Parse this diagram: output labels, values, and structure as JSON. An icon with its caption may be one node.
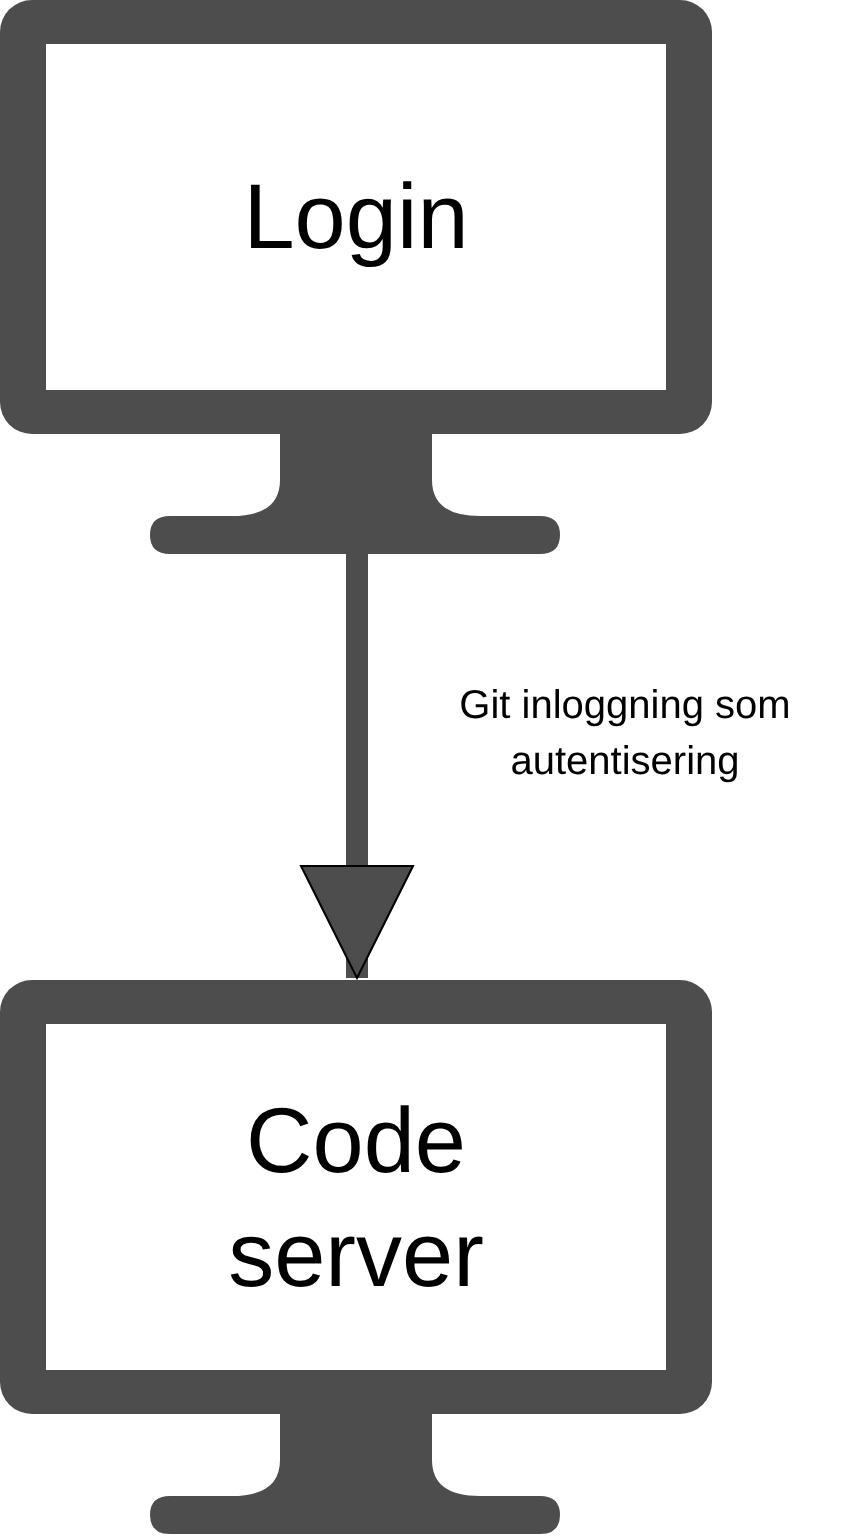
{
  "diagram": {
    "nodes": [
      {
        "text": [
          "Login"
        ]
      },
      {
        "text": [
          "Code server"
        ]
      }
    ],
    "edges": [
      {
        "from": 0,
        "to": 1,
        "arrow": "to",
        "label": "Git inloggning som autentisering"
      }
    ]
  }
}
